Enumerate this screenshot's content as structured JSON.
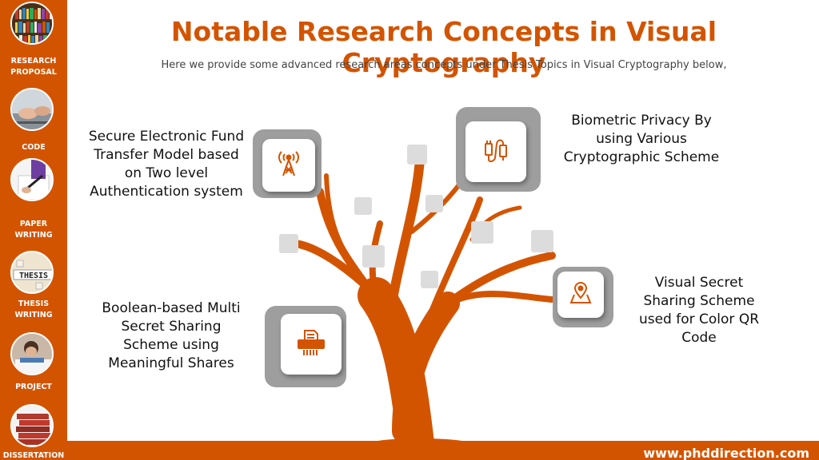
{
  "header": {
    "title": "Notable Research Concepts in Visual Cryptography",
    "subtitle": "Here we provide some advanced research areas concepts under Thesis Topics in Visual Cryptography below,"
  },
  "sidebar": {
    "items": [
      {
        "label_line1": "RESEARCH",
        "label_line2": "PROPOSAL",
        "thumb": "bookshelf"
      },
      {
        "label_line1": "CODE",
        "label_line2": "",
        "thumb": "hands-typing"
      },
      {
        "label_line1": "PAPER",
        "label_line2": "WRITING",
        "thumb": "pen-writing"
      },
      {
        "label_line1": "THESIS",
        "label_line2": "WRITING",
        "thumb": "thesis-blocks"
      },
      {
        "label_line1": "PROJECT",
        "label_line2": "",
        "thumb": "student-desk"
      },
      {
        "label_line1": "DISSERTATION",
        "label_line2": "",
        "thumb": "book-stack"
      }
    ]
  },
  "concepts": {
    "top_left": "Secure Electronic Fund Transfer Model based on Two level Authentication system",
    "top_right": "Biometric Privacy By using Various Cryptographic Scheme",
    "bottom_left": "Boolean-based Multi Secret Sharing Scheme using Meaningful Shares",
    "bottom_right": "Visual Secret Sharing Scheme used for Color QR Code"
  },
  "icons": {
    "top_left": "signal-tower-icon",
    "top_right": "usb-cable-icon",
    "bottom_left": "paper-shredder-icon",
    "bottom_right": "map-pin-icon"
  },
  "footer": {
    "url": "www.phddirection.com"
  },
  "colors": {
    "accent": "#d35400",
    "box_gray": "#9e9e9e",
    "leaf_gray": "#dcdcdc"
  }
}
